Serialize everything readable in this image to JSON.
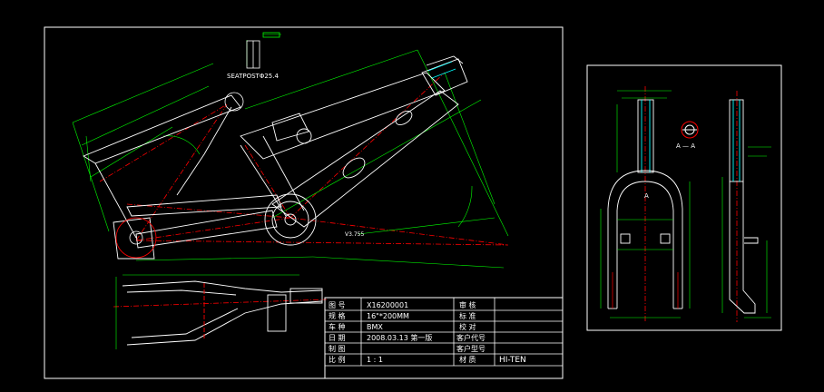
{
  "colors": {
    "background": "#000000",
    "frame_border": "#ffffff",
    "part_outline": "#ffffff",
    "dimension": "#00ff00",
    "centerline": "#ff0000",
    "tube_detail": "#00ffff",
    "title_block_text": "#ffffff"
  },
  "labels": {
    "seatpost": "SEATPOSTΦ25.4",
    "section_a": "A — A",
    "section_mark": "A",
    "angle_label": "V3.755"
  },
  "title_block": {
    "rows": [
      {
        "c1": "图 号",
        "c2": "X16200001",
        "c3": "审 核",
        "c4": ""
      },
      {
        "c1": "规 格",
        "c2": "16\"*200MM",
        "c3": "标 准",
        "c4": ""
      },
      {
        "c1": "车 种",
        "c2": "BMX",
        "c3": "校 对",
        "c4": ""
      },
      {
        "c1": "日 期",
        "c2": "2008.03.13  第一版",
        "c3": "客户代号",
        "c4": ""
      },
      {
        "c1": "制 图",
        "c2": "",
        "c3": "客户型号",
        "c4": ""
      },
      {
        "c1": "比 例",
        "c2": "1 : 1",
        "c3": "材 质",
        "c4": "HI-TEN"
      }
    ]
  }
}
